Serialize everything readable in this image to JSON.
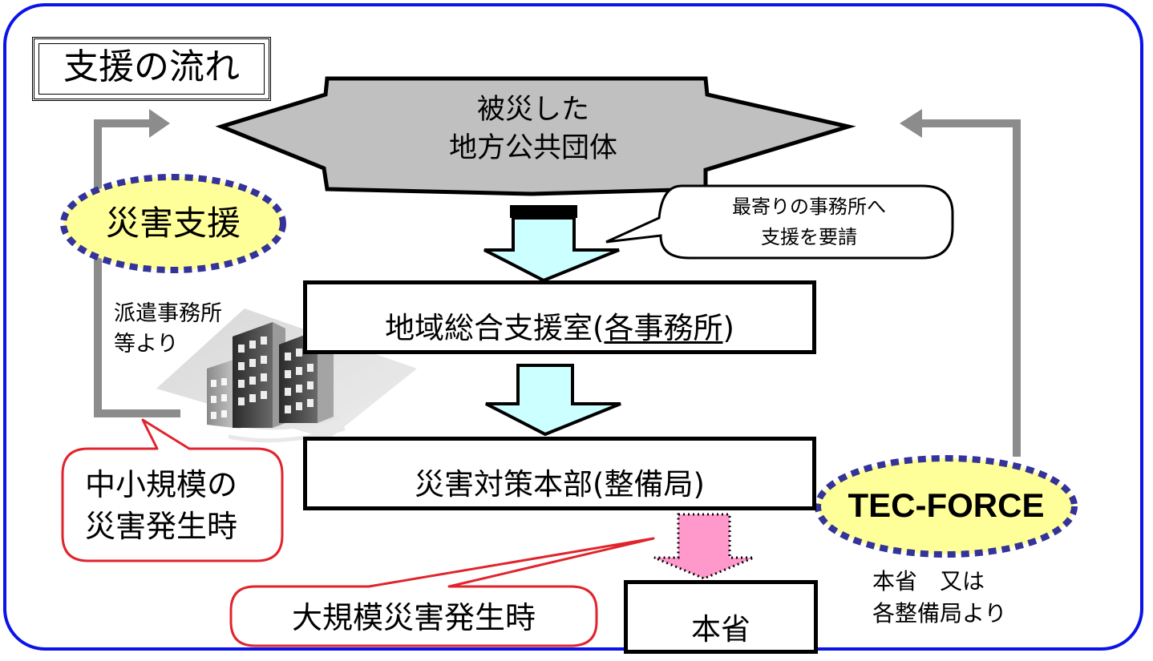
{
  "title": "支援の流れ",
  "target": {
    "line1": "被災した",
    "line2": "地方公共団体"
  },
  "request_bubble": {
    "line1": "最寄りの事務所へ",
    "line2": "支援を要請"
  },
  "office_box": {
    "prefix": "地域総合支援室(",
    "underlined": "各事務所",
    "suffix": ")"
  },
  "hq_box": {
    "text": "災害対策本部(整備局)"
  },
  "ministry_box": {
    "text": "本省"
  },
  "disaster_support": {
    "label": "災害支援",
    "note_line1": "派遣事務所",
    "note_line2": "等より"
  },
  "small_scale": {
    "line1": "中小規模の",
    "line2": "災害発生時"
  },
  "large_scale": {
    "text": "大規模災害発生時"
  },
  "tec_force": {
    "label": "TEC-FORCE",
    "note_line1": "本省　又は",
    "note_line2": "各整備局より"
  },
  "colors": {
    "frame": "#0a14e6",
    "target_fill": "#c0c0c0",
    "arrow_fill": "#ccffff",
    "ellipse_fill": "#ffff99",
    "ellipse_border": "#333399",
    "bubble_red": "#e0242c",
    "pink_arrow": "#ff99cc",
    "gray_arrow": "#8c8c8c"
  },
  "icons": [
    "building-icon",
    "down-arrow-icon",
    "return-arrow-icon"
  ]
}
